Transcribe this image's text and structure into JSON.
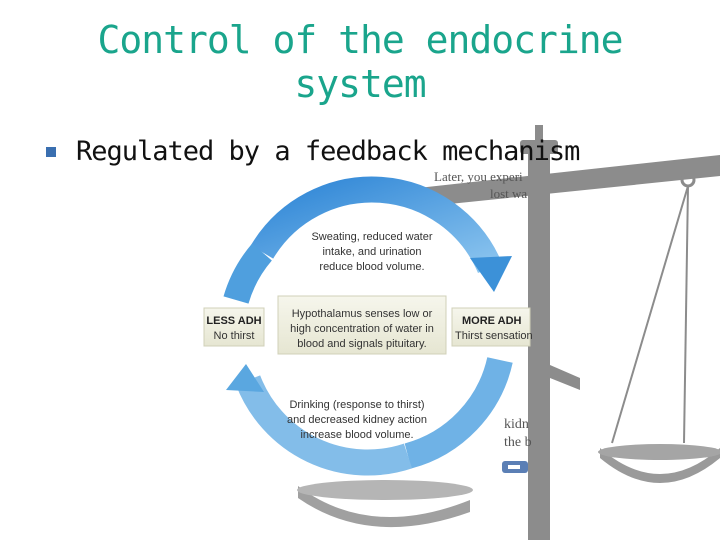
{
  "slide": {
    "title_line1": "Control of the endocrine",
    "title_line2": "system",
    "bullet": "Regulated by a feedback mechanism"
  },
  "diagram": {
    "top_box": [
      "Sweating, reduced water",
      "intake, and urination",
      "reduce blood volume."
    ],
    "center_box": [
      "Hypothalamus senses low or",
      "high concentration of water in",
      "blood and signals pituitary."
    ],
    "left_box": [
      "LESS ADH",
      "No thirst"
    ],
    "right_box": [
      "MORE ADH",
      "Thirst sensation"
    ],
    "bottom_box": [
      "Drinking (response to thirst)",
      "and decreased kidney action",
      "increase blood volume."
    ],
    "partial_text_top": [
      "Later, you experi",
      "lost wa"
    ],
    "partial_text_bottom": [
      "kidn",
      "the b"
    ]
  },
  "colors": {
    "title": "#1aa58c",
    "bullet": "#3a6fb0",
    "cycle_blue": "#4f9fde",
    "scale_gray": "#8c8c8c"
  }
}
